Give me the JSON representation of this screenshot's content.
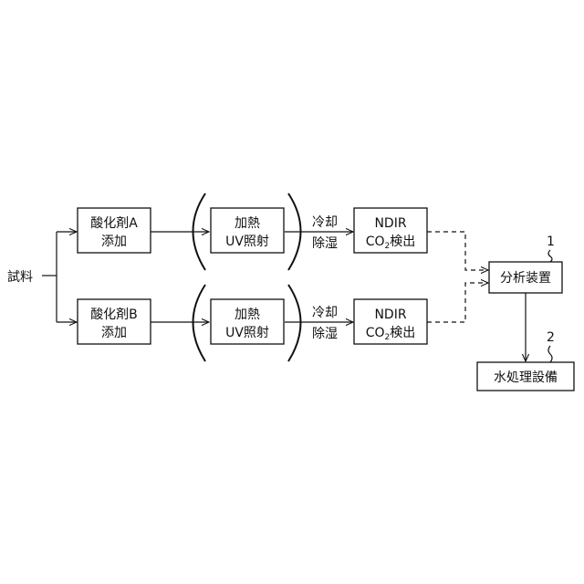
{
  "input": {
    "label": "試料"
  },
  "top": {
    "oxidant": {
      "line1": "酸化剤A",
      "line2": "添加"
    },
    "heat": {
      "line1": "加熱",
      "line2": "UV照射"
    },
    "cool": {
      "line1": "冷却",
      "line2": "除湿"
    },
    "ndir": {
      "line1": "NDIR",
      "line2_prefix": "CO",
      "line2_sub": "2",
      "line2_suffix": "検出"
    }
  },
  "bottom": {
    "oxidant": {
      "line1": "酸化剤B",
      "line2": "添加"
    },
    "heat": {
      "line1": "加熱",
      "line2": "UV照射"
    },
    "cool": {
      "line1": "冷却",
      "line2": "除湿"
    },
    "ndir": {
      "line1": "NDIR",
      "line2_prefix": "CO",
      "line2_sub": "2",
      "line2_suffix": "検出"
    }
  },
  "analyzer": {
    "label": "分析装置",
    "ref": "1"
  },
  "water": {
    "label": "水処理設備",
    "ref": "2"
  }
}
